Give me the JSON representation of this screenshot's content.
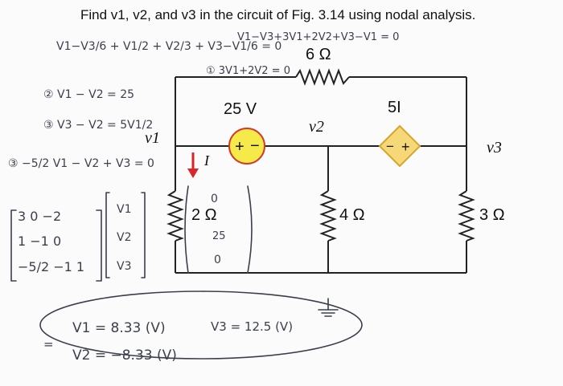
{
  "problem": {
    "statement": "Find v1, v2, and v3 in the circuit of Fig. 3.14 using nodal analysis."
  },
  "circuit": {
    "resistor_top": "6 Ω",
    "resistor_left": "2 Ω",
    "resistor_mid": "4 Ω",
    "resistor_right": "3 Ω",
    "voltage_source": "25 V",
    "source_plus": "+",
    "source_minus": "−",
    "dependent_source": "5I",
    "dep_minus": "−",
    "dep_plus": "+",
    "node_v1": "v1",
    "node_v2": "v2",
    "node_v3": "v3",
    "current_label": "I"
  },
  "handwriting": {
    "eq_top_left": "V1−V3/6 + V1/2 + V2/3 + V3−V1/6 = 0",
    "eq_top_right": "V1−V3+3V1+2V2+V3−V1 = 0",
    "eq_top_right_2": "① 3V1+2V2 = 0",
    "eq_2": "② V1 − V2 = 25",
    "eq_3": "③ V3 − V2 = 5V1/2",
    "eq_3b": "③ −5/2 V1 − V2 + V3 = 0",
    "matrix_row1": "3  0  −2",
    "matrix_row2": "1  −1  0",
    "matrix_row3": "−5/2  −1  1",
    "vector": [
      "V1",
      "V2",
      "V3"
    ],
    "note_zero": "0",
    "note_25": "25",
    "note_0": "0",
    "ans_v1": "V1 = 8.33 (V)",
    "ans_v2": "V2 = −8.33 (V)",
    "ans_v3": "V3 = 12.5 (V)",
    "eq_sign": "="
  },
  "colors": {
    "source_fill": "#f6ea4a",
    "source_stroke": "#d23a2a",
    "dep_fill": "#f7d879",
    "dep_stroke": "#d6a52c",
    "arrow_red": "#d8262b",
    "wire": "#222222",
    "ink": "#3a3f4a"
  }
}
